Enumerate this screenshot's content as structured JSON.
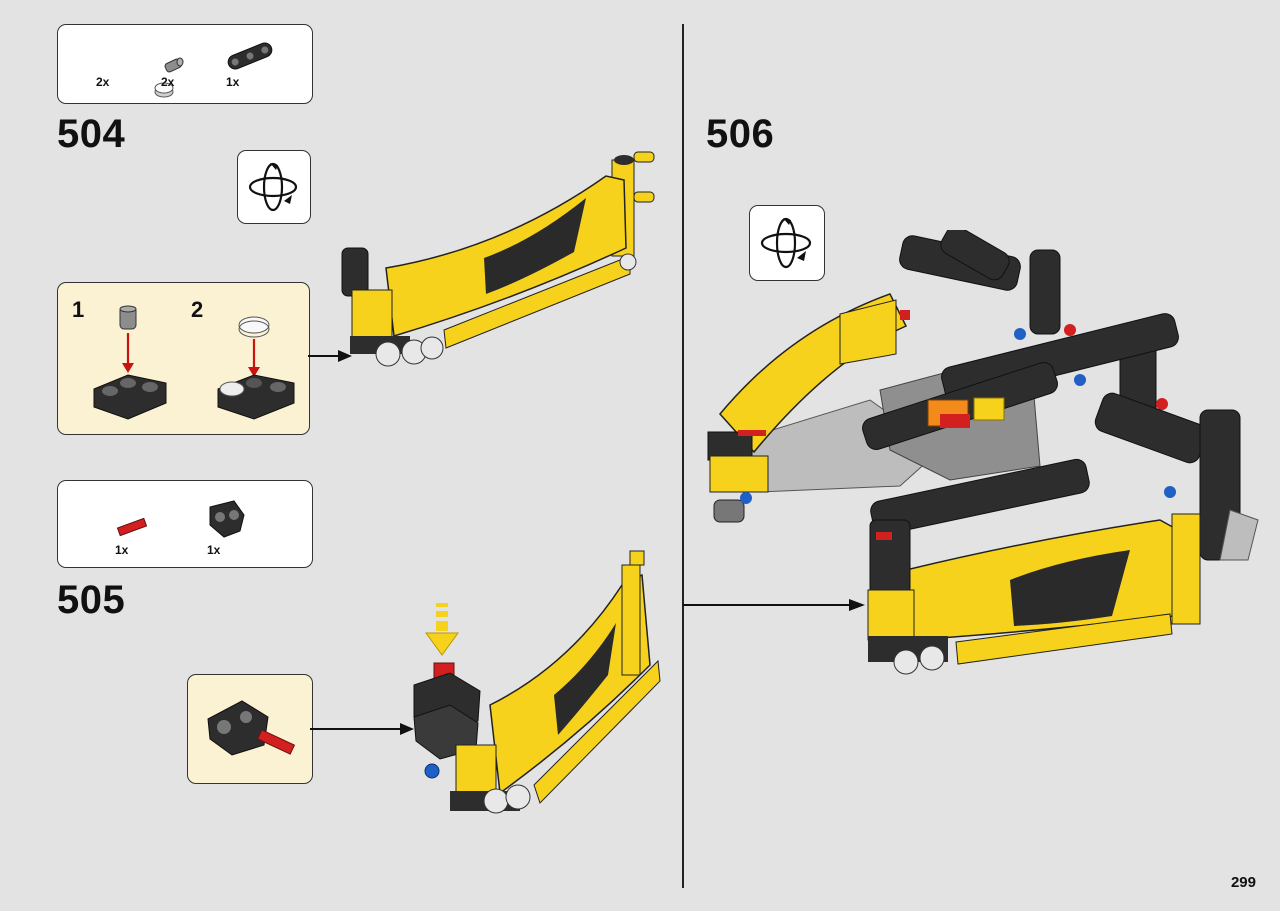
{
  "page_number": "299",
  "colors": {
    "background": "#e3e3e3",
    "callout_bg": "#fbf1d3",
    "brick_yellow": "#f6d21c",
    "brick_black": "#2d2d2d",
    "brick_grey": "#b8b8b8",
    "brick_red": "#d21f1f",
    "brick_blue": "#1f5fc6",
    "brick_orange": "#f28a1c"
  },
  "steps": [
    {
      "number": "504",
      "parts": [
        {
          "icon": "round-tile-white-icon",
          "qty": "2x"
        },
        {
          "icon": "axle-pin-grey-icon",
          "qty": "2x"
        },
        {
          "icon": "beam-black-icon",
          "qty": "1x"
        }
      ],
      "rotate_icon": "rotate-model-icon",
      "substeps": [
        {
          "number": "1",
          "icon": "pin-into-beam-icon"
        },
        {
          "number": "2",
          "icon": "tile-onto-beam-icon"
        }
      ]
    },
    {
      "number": "505",
      "parts": [
        {
          "icon": "axle-red-icon",
          "qty": "1x"
        },
        {
          "icon": "connector-black-icon",
          "qty": "1x"
        }
      ]
    },
    {
      "number": "506",
      "rotate_icon": "rotate-model-icon"
    }
  ]
}
